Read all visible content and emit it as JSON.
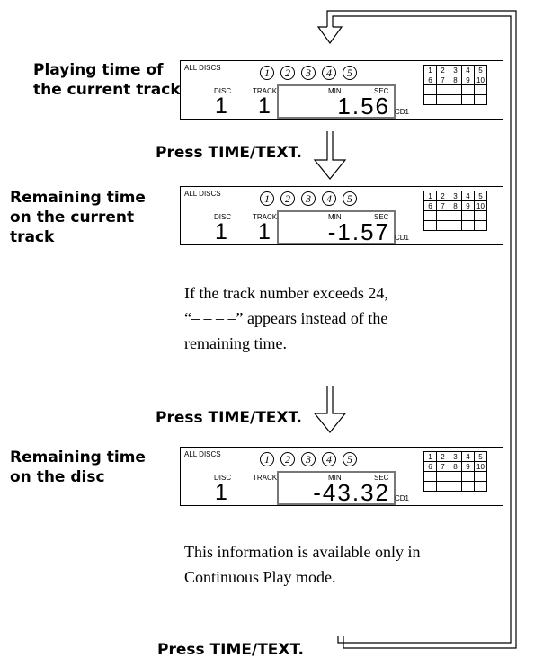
{
  "labels": {
    "playing": [
      "Playing time of",
      "the current track"
    ],
    "remaining_track": [
      "Remaining time",
      "on the current",
      "track"
    ],
    "remaining_disc": [
      "Remaining time",
      "on the disc"
    ]
  },
  "press_label": "Press TIME/TEXT.",
  "notes": {
    "track_exceeds": [
      "If the track number exceeds 24,",
      "“– – – –” appears instead of the",
      "remaining time."
    ],
    "continuous": [
      "This information is available only in",
      "Continuous Play mode."
    ]
  },
  "display": {
    "all_discs": "ALL DISCS",
    "disc_label": "DISC",
    "track_label": "TRACK",
    "min_label": "MIN",
    "sec_label": "SEC",
    "cd_label": "CD1",
    "disc_buttons": [
      "1",
      "2",
      "3",
      "4",
      "5"
    ],
    "grid": [
      [
        "1",
        "2",
        "3",
        "4",
        "5"
      ],
      [
        "6",
        "7",
        "8",
        "9",
        "10"
      ],
      [
        "",
        "",
        "",
        "",
        ""
      ],
      [
        "",
        "",
        "",
        "",
        ""
      ]
    ]
  },
  "panels": [
    {
      "disc": "1",
      "track": "1",
      "time": "1.56"
    },
    {
      "disc": "1",
      "track": "1",
      "time": "-1.57"
    },
    {
      "disc": "1",
      "track": "",
      "time": "-43.32"
    }
  ]
}
